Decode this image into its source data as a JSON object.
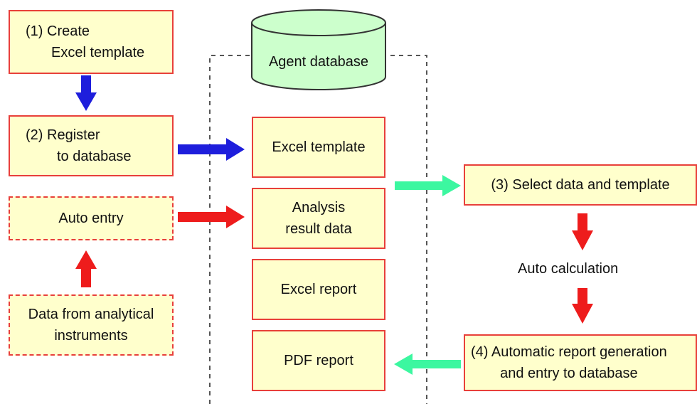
{
  "colors": {
    "box_fill": "#ffffcc",
    "box_border": "#e8403a",
    "database_fill": "#ccffcc",
    "arrow_blue": "#1e1edc",
    "arrow_red": "#ee1c1c",
    "arrow_green": "#3cf7a0",
    "dashed_outline": "#555555"
  },
  "steps": {
    "create_template": [
      "(1) Create",
      "Excel template"
    ],
    "register": [
      "(2) Register",
      "to database"
    ],
    "auto_entry": "Auto entry",
    "instruments": [
      "Data from analytical",
      "instruments"
    ],
    "select": "(3) Select data and template",
    "auto_calc": "Auto calculation",
    "auto_report": [
      "(4) Automatic report generation",
      "and entry to database"
    ]
  },
  "database": {
    "label": "Agent database",
    "items": [
      "Excel template",
      [
        "Analysis",
        "result data"
      ],
      "Excel report",
      "PDF report"
    ]
  }
}
